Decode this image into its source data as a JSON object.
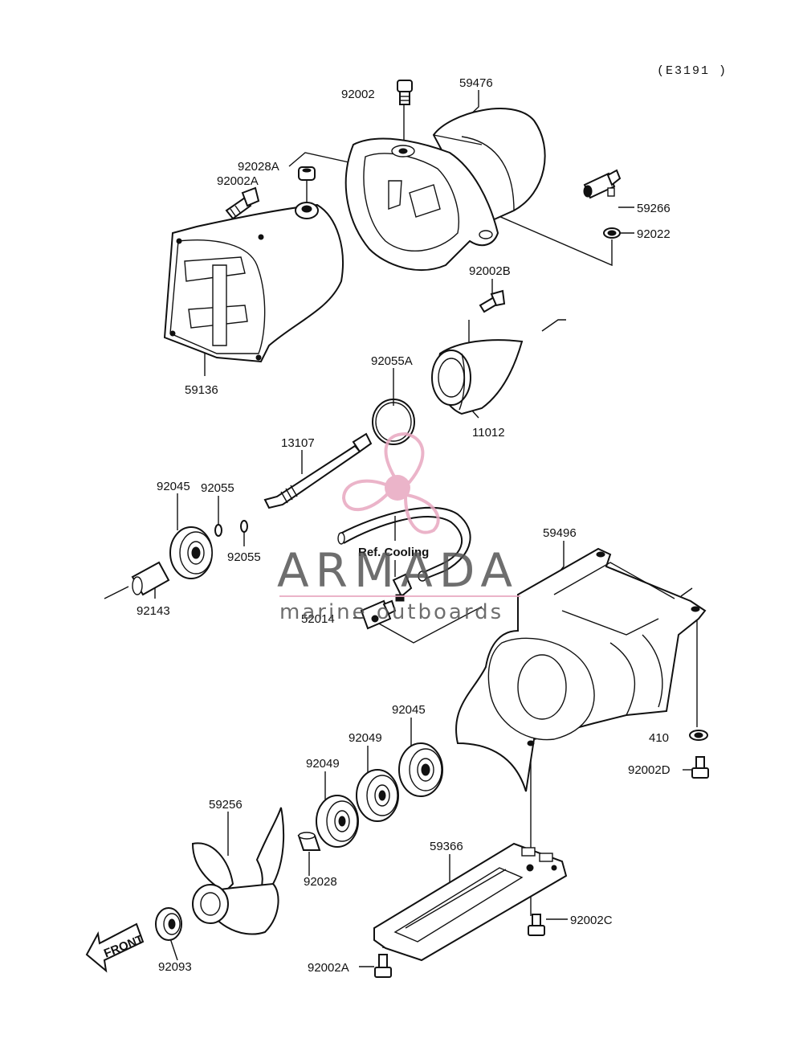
{
  "diagram_code": "(E3191 )",
  "reference_label": "Ref. Cooling",
  "front_label": "FRONT",
  "watermark": {
    "brand": "ARMADA",
    "tagline": "marine outboards",
    "brand_color": "#555555",
    "accent_color": "#e8a8c0"
  },
  "part_labels": {
    "p92002": "92002",
    "p59476": "59476",
    "p92028A": "92028A",
    "p92002A_top": "92002A",
    "p59266": "59266",
    "p92022": "92022",
    "p92002B": "92002B",
    "p59136": "59136",
    "p92055A": "92055A",
    "p11012": "11012",
    "p13107": "13107",
    "p92045_left": "92045",
    "p92055_upper": "92055",
    "p92055_lower": "92055",
    "p92143": "92143",
    "p59496": "59496",
    "p52014": "52014",
    "p410": "410",
    "p92002D": "92002D",
    "p92045_right": "92045",
    "p92049_right": "92049",
    "p92049_left": "92049",
    "p59256": "59256",
    "p92028": "92028",
    "p59366": "59366",
    "p92002C": "92002C",
    "p92093": "92093",
    "p92002A_bottom": "92002A"
  }
}
